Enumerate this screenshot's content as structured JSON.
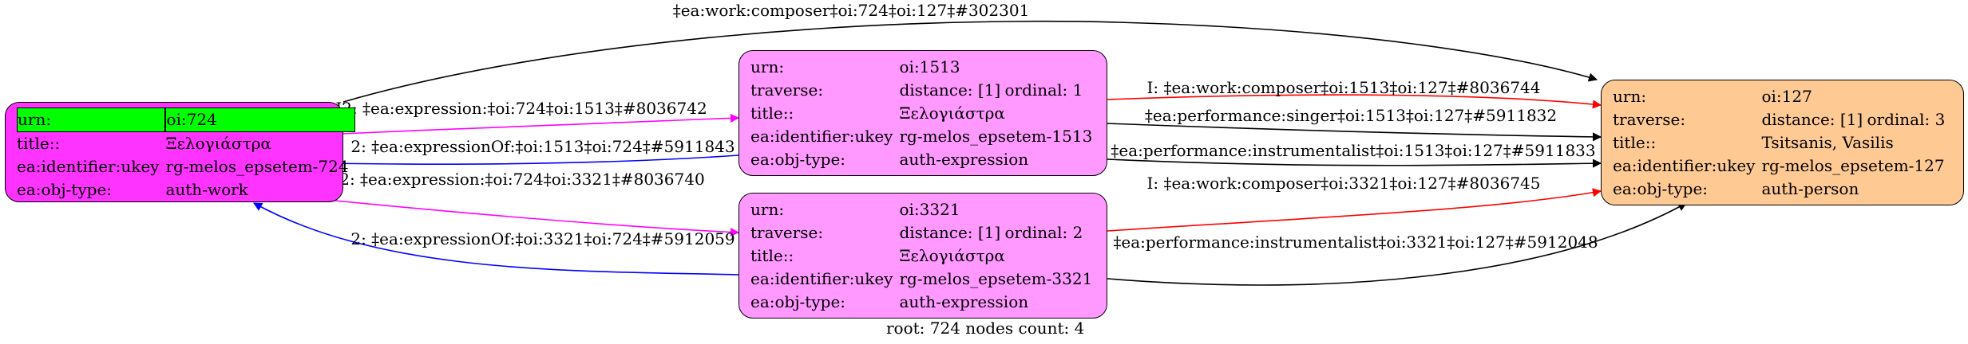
{
  "nodes": {
    "work": {
      "fill": "#ff33ff",
      "highlight": "#00ff00",
      "rows": [
        {
          "key": "urn:",
          "value": "oi:724"
        },
        {
          "key": "title::",
          "value": "Ξελογιάστρα"
        },
        {
          "key": "ea:identifier:ukey",
          "value": "rg-melos_epsetem-724"
        },
        {
          "key": "ea:obj-type:",
          "value": "auth-work"
        }
      ]
    },
    "expr1513": {
      "fill": "#ff99ff",
      "urn": {
        "key": "urn:",
        "value": "oi:1513"
      },
      "traverse": {
        "key": "traverse:",
        "distance": "distance: [1]",
        "ordinal": "ordinal: 1"
      },
      "title": {
        "key": "title::",
        "value": "Ξελογιάστρα"
      },
      "ukey": {
        "key": "ea:identifier:ukey",
        "value": "rg-melos_epsetem-1513"
      },
      "type": {
        "key": "ea:obj-type:",
        "value": "auth-expression"
      }
    },
    "expr3321": {
      "fill": "#ff99ff",
      "urn": {
        "key": "urn:",
        "value": "oi:3321"
      },
      "traverse": {
        "key": "traverse:",
        "distance": "distance: [1]",
        "ordinal": "ordinal: 2"
      },
      "title": {
        "key": "title::",
        "value": "Ξελογιάστρα"
      },
      "ukey": {
        "key": "ea:identifier:ukey",
        "value": "rg-melos_epsetem-3321"
      },
      "type": {
        "key": "ea:obj-type:",
        "value": "auth-expression"
      }
    },
    "person": {
      "fill": "#ffc993",
      "urn": {
        "key": "urn:",
        "value": "oi:127"
      },
      "traverse": {
        "key": "traverse:",
        "distance": "distance: [1]",
        "ordinal": "ordinal: 3"
      },
      "title": {
        "key": "title::",
        "value": "Tsitsanis, Vasilis"
      },
      "ukey": {
        "key": "ea:identifier:ukey",
        "value": "rg-melos_epsetem-127"
      },
      "type": {
        "key": "ea:obj-type:",
        "value": "auth-person"
      }
    }
  },
  "edges": {
    "composer_top": {
      "label": "‡ea:work:composer‡oi:724‡oi:127‡#302301",
      "color": "#000000"
    },
    "expr_1513": {
      "label": "I2: ‡ea:expression:‡oi:724‡oi:1513‡#8036742",
      "color": "#ff00ff"
    },
    "exprof_1513": {
      "label": "2: ‡ea:expressionOf:‡oi:1513‡oi:724‡#5911843",
      "color": "#0000ff"
    },
    "expr_3321": {
      "label": "I2: ‡ea:expression:‡oi:724‡oi:3321‡#8036740",
      "color": "#ff00ff"
    },
    "exprof_3321": {
      "label": "2: ‡ea:expressionOf:‡oi:3321‡oi:724‡#5912059",
      "color": "#0000ff"
    },
    "composer_1513": {
      "label": "I: ‡ea:work:composer‡oi:1513‡oi:127‡#8036744",
      "color": "#ff0000"
    },
    "singer_1513": {
      "label": "‡ea:performance:singer‡oi:1513‡oi:127‡#5911832",
      "color": "#000000"
    },
    "instr_1513": {
      "label": "‡ea:performance:instrumentalist‡oi:1513‡oi:127‡#5911833",
      "color": "#000000"
    },
    "composer_3321": {
      "label": "I: ‡ea:work:composer‡oi:3321‡oi:127‡#8036745",
      "color": "#ff0000"
    },
    "instr_3321": {
      "label": "‡ea:performance:instrumentalist‡oi:3321‡oi:127‡#5912048",
      "color": "#000000"
    }
  },
  "footer": "root: 724 nodes count: 4"
}
